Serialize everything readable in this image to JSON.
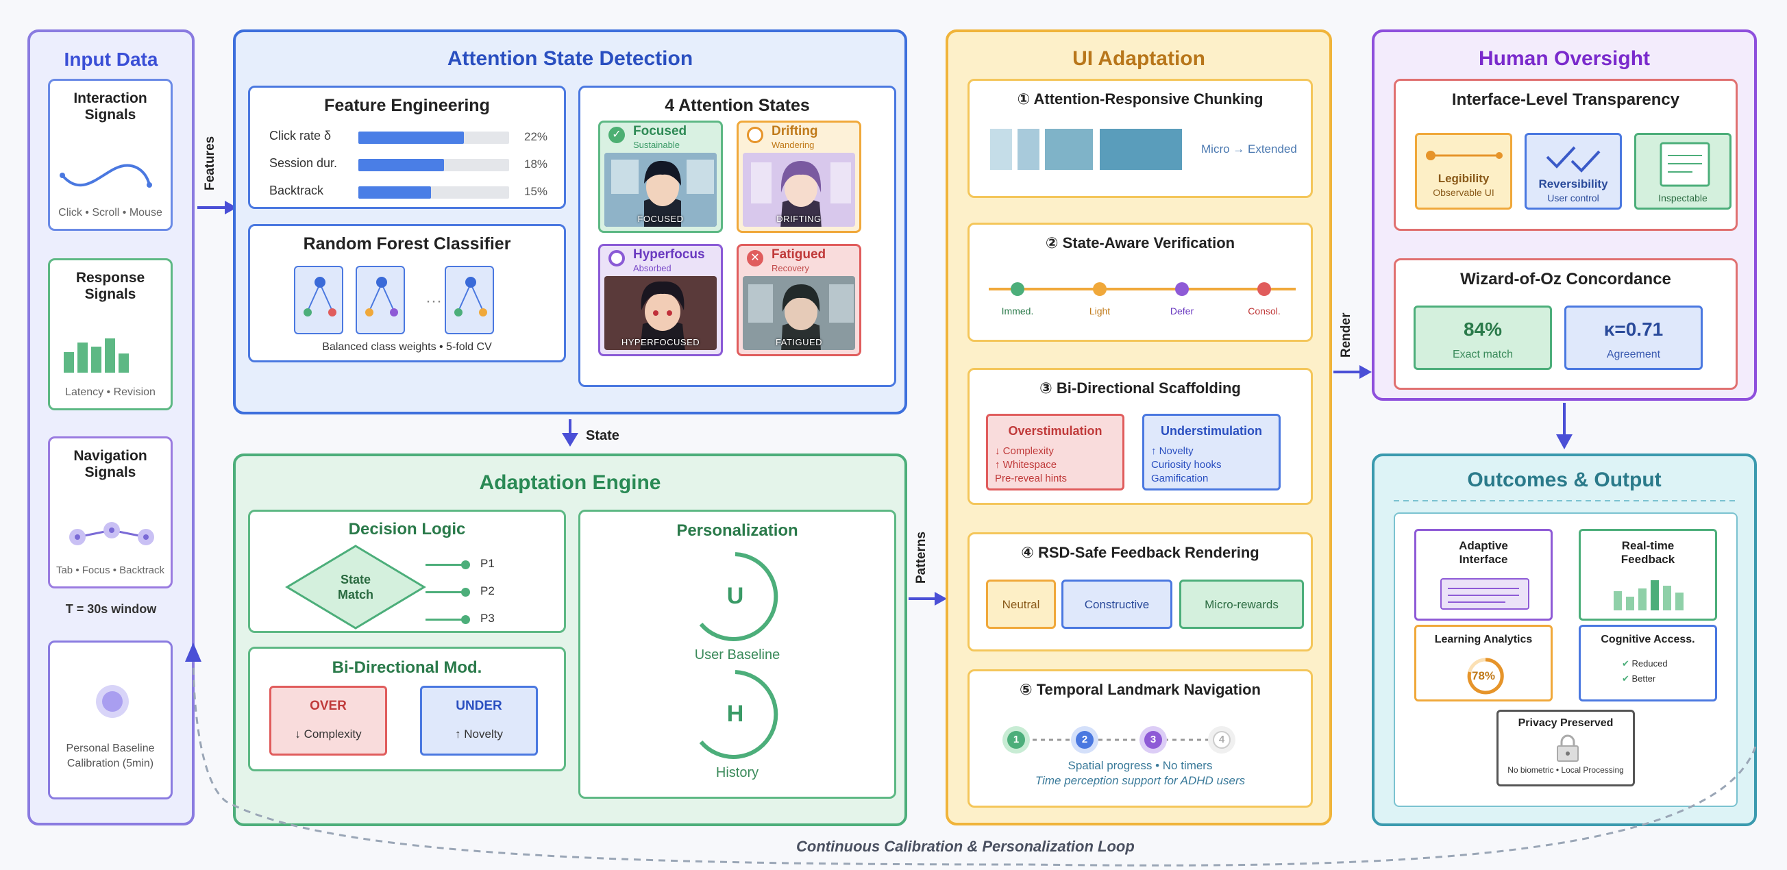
{
  "input_data": {
    "title": "Input Data",
    "interaction": {
      "title_line1": "Interaction",
      "title_line2": "Signals",
      "caption": "Click • Scroll • Mouse"
    },
    "response": {
      "title_line1": "Response",
      "title_line2": "Signals",
      "caption": "Latency • Revision"
    },
    "navigation": {
      "title_line1": "Navigation",
      "title_line2": "Signals",
      "caption": "Tab • Focus • Backtrack"
    },
    "window": "T = 30s window",
    "baseline": {
      "line1": "Personal Baseline",
      "line2": "Calibration (5min)"
    }
  },
  "arrows": {
    "features": "Features",
    "state": "State",
    "patterns": "Patterns",
    "render": "Render"
  },
  "detection": {
    "title": "Attention State Detection",
    "feature_engineering": {
      "title": "Feature Engineering",
      "rows": [
        {
          "label": "Click rate δ",
          "value": "22%",
          "fill": 0.7
        },
        {
          "label": "Session dur.",
          "value": "18%",
          "fill": 0.57
        },
        {
          "label": "Backtrack",
          "value": "15%",
          "fill": 0.48
        }
      ]
    },
    "classifier": {
      "title": "Random Forest Classifier",
      "dots": "···",
      "caption": "Balanced class weights • 5-fold CV"
    },
    "states": {
      "title": "4 Attention States",
      "focused": {
        "name": "Focused",
        "sub": "Sustainable",
        "label": "FOCUSED"
      },
      "drifting": {
        "name": "Drifting",
        "sub": "Wandering",
        "label": "DRIFTING"
      },
      "hyperfocus": {
        "name": "Hyperfocus",
        "sub": "Absorbed",
        "label": "HYPERFOCUSED"
      },
      "fatigued": {
        "name": "Fatigued",
        "sub": "Recovery",
        "label": "FATIGUED"
      }
    }
  },
  "engine": {
    "title": "Adaptation Engine",
    "decision": {
      "title": "Decision Logic",
      "diamond_line1": "State",
      "diamond_line2": "Match",
      "outputs": [
        "P1",
        "P2",
        "P3"
      ]
    },
    "bidir": {
      "title": "Bi-Directional Mod.",
      "over_title": "OVER",
      "over_text": "↓ Complexity",
      "under_title": "UNDER",
      "under_text": "↑ Novelty"
    },
    "personalization": {
      "title": "Personalization",
      "u_letter": "U",
      "u_label": "User Baseline",
      "h_letter": "H",
      "h_label": "History"
    }
  },
  "ui_adaptation": {
    "title": "UI Adaptation",
    "chunking": {
      "title": "① Attention-Responsive Chunking",
      "caption": "Micro → Extended"
    },
    "verification": {
      "title": "② State-Aware Verification",
      "points": [
        "Immed.",
        "Light",
        "Defer",
        "Consol."
      ]
    },
    "scaffolding": {
      "title": "③ Bi-Directional Scaffolding",
      "over": {
        "title": "Overstimulation",
        "items": [
          "↓ Complexity",
          "↑ Whitespace",
          "Pre-reveal hints"
        ]
      },
      "under": {
        "title": "Understimulation",
        "items": [
          "↑ Novelty",
          "Curiosity hooks",
          "Gamification"
        ]
      }
    },
    "feedback": {
      "title": "④ RSD-Safe Feedback Rendering",
      "neutral": "Neutral",
      "constructive": "Constructive",
      "micro": "Micro-rewards"
    },
    "temporal": {
      "title": "⑤ Temporal Landmark Navigation",
      "steps": [
        "1",
        "2",
        "3",
        "4"
      ],
      "caption": "Spatial progress • No timers",
      "note": "Time perception support for ADHD users"
    }
  },
  "oversight": {
    "title": "Human Oversight",
    "transparency": {
      "title": "Interface-Level Transparency",
      "legibility": {
        "title": "Legibility",
        "sub": "Observable UI"
      },
      "reversibility": {
        "title": "Reversibility",
        "sub": "User control"
      },
      "inspectable": {
        "sub": "Inspectable"
      }
    },
    "wizard": {
      "title": "Wizard-of-Oz Concordance",
      "match_value": "84%",
      "match_label": "Exact match",
      "kappa_value": "κ=0.71",
      "kappa_label": "Agreement"
    }
  },
  "outcomes": {
    "title": "Outcomes & Output",
    "adaptive": {
      "line1": "Adaptive",
      "line2": "Interface"
    },
    "realtime": {
      "line1": "Real-time",
      "line2": "Feedback"
    },
    "analytics": {
      "title": "Learning Analytics",
      "value": "78%"
    },
    "cognitive": {
      "title": "Cognitive Access.",
      "items": [
        "Reduced",
        "Better"
      ]
    },
    "privacy": {
      "title": "Privacy Preserved",
      "caption": "No biometric • Local Processing"
    }
  },
  "loop": "Continuous Calibration & Personalization Loop",
  "colors": {
    "input": "#7b68d9",
    "detection": "#3d6fdc",
    "engine": "#4cae7a",
    "ui": "#f0b43a",
    "oversight": "#8e4fdc",
    "outcomes": "#3a9aae",
    "arrow": "#4a4fd6",
    "red": "#e06666"
  }
}
